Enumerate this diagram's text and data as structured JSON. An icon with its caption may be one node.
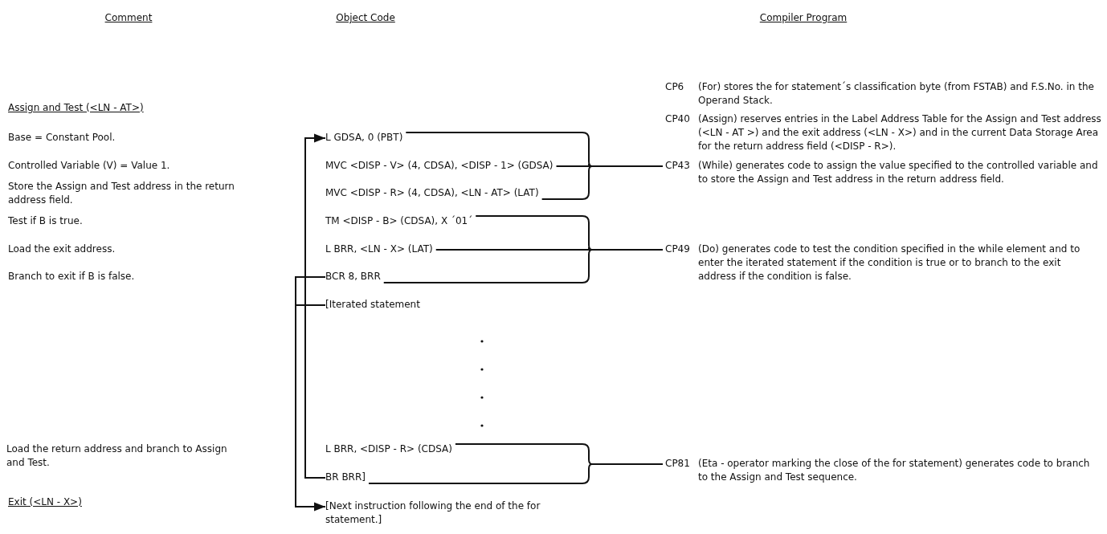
{
  "diagram": {
    "nodes": [
      {
        "text": [
          "L GDSA, 0 (PBT)"
        ]
      },
      {
        "text": [
          "MVC <DISP - V> (4, CDSA), <DISP - 1> (GDSA)"
        ]
      },
      {
        "text": [
          "MVC <DISP - R> (4, CDSA), <LN - AT> (LAT)"
        ]
      },
      {
        "text": [
          "TM <DISP - B> (CDSA), X ´01´"
        ]
      },
      {
        "text": [
          "L BRR, <LN - X> (LAT)"
        ]
      },
      {
        "text": [
          "BCR 8, BRR"
        ]
      },
      {
        "text": [
          "[Iterated statement"
        ]
      },
      {
        "text": [
          "L BRR, <DISP - R> (CDSA)"
        ]
      },
      {
        "text": [
          "BR BRR]"
        ]
      },
      {
        "text": [
          "[Next instruction following the end of the for statement.]"
        ]
      },
      {
        "text": [
          "CP43",
          "(While) generates code to assign the value specified to the controlled variable and to store the Assign and Test address in the return address field."
        ]
      },
      {
        "text": [
          "CP49",
          "(Do) generates code to test the condition specified in the while element and to enter the iterated statement if the condition is true or to branch to the exit address if the condition is false."
        ]
      },
      {
        "text": [
          "CP81",
          "(Eta - operator marking the close of the for statement) generates code to branch to the Assign and Test sequence."
        ]
      }
    ],
    "edges": [
      {
        "from": 8,
        "to": 0,
        "arrow": "to"
      },
      {
        "from": 5,
        "to": 9,
        "arrow": "to"
      },
      {
        "from": 5,
        "to": 6,
        "arrow": "none"
      },
      {
        "from": 10,
        "to": 0,
        "arrow": "none"
      },
      {
        "from": 10,
        "to": 1,
        "arrow": "none"
      },
      {
        "from": 10,
        "to": 2,
        "arrow": "none"
      },
      {
        "from": 11,
        "to": 3,
        "arrow": "none"
      },
      {
        "from": 11,
        "to": 4,
        "arrow": "none"
      },
      {
        "from": 11,
        "to": 5,
        "arrow": "none"
      },
      {
        "from": 12,
        "to": 7,
        "arrow": "none"
      },
      {
        "from": 12,
        "to": 8,
        "arrow": "none"
      }
    ],
    "labels": [
      "Comment",
      "Object Code",
      "Compiler Program",
      "CP6",
      "(For) stores the for statement´s classification byte (from FSTAB) and F.S.No. in the Operand Stack.",
      "CP40",
      "(Assign) reserves entries in the Label Address Table for the Assign and Test address (<LN - AT >) and the exit address (<LN - X>) and in the current Data Storage Area for the return address field (<DISP - R>).",
      "Assign and Test (<LN - AT>)",
      "Base = Constant Pool.",
      "Controlled Variable (V) = Value 1.",
      "Store the Assign and Test address in the return address field.",
      "Test if B is true.",
      "Load the exit address.",
      "Branch to exit if B is false.",
      "Load the return address and branch to Assign and Test.",
      "Exit (<LN - X>)"
    ]
  }
}
